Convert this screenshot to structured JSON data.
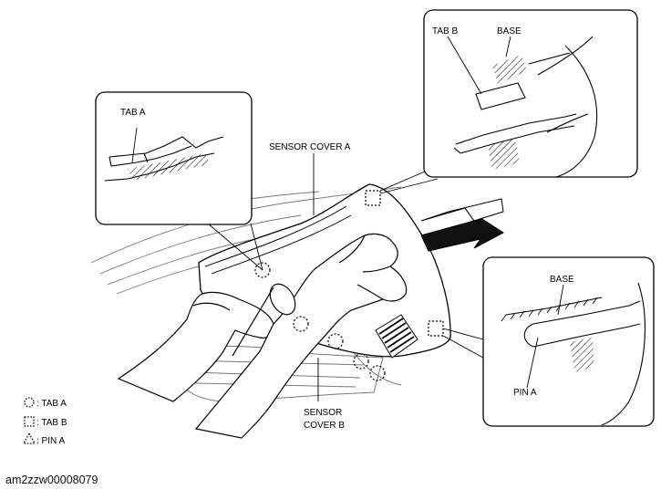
{
  "labels": {
    "tab_b_inset": "TAB B",
    "base_inset_top": "BASE",
    "tab_a_inset": "TAB A",
    "sensor_cover_a": "SENSOR COVER A",
    "base_inset_right": "BASE",
    "pin_a_inset": "PIN A",
    "sensor_cover_b_line1": "SENSOR",
    "sensor_cover_b_line2": "COVER B"
  },
  "legend": [
    {
      "symbol": "dotted-circle-icon",
      "label": ": TAB A"
    },
    {
      "symbol": "dotted-square-icon",
      "label": ": TAB B"
    },
    {
      "symbol": "dotted-triangle-icon",
      "label": ": PIN A"
    }
  ],
  "figure_id": "am2zzw00008079",
  "colors": {
    "ink": "#000000",
    "fill_dark": "#111111",
    "background": "#ffffff",
    "light_line": "#777777"
  }
}
